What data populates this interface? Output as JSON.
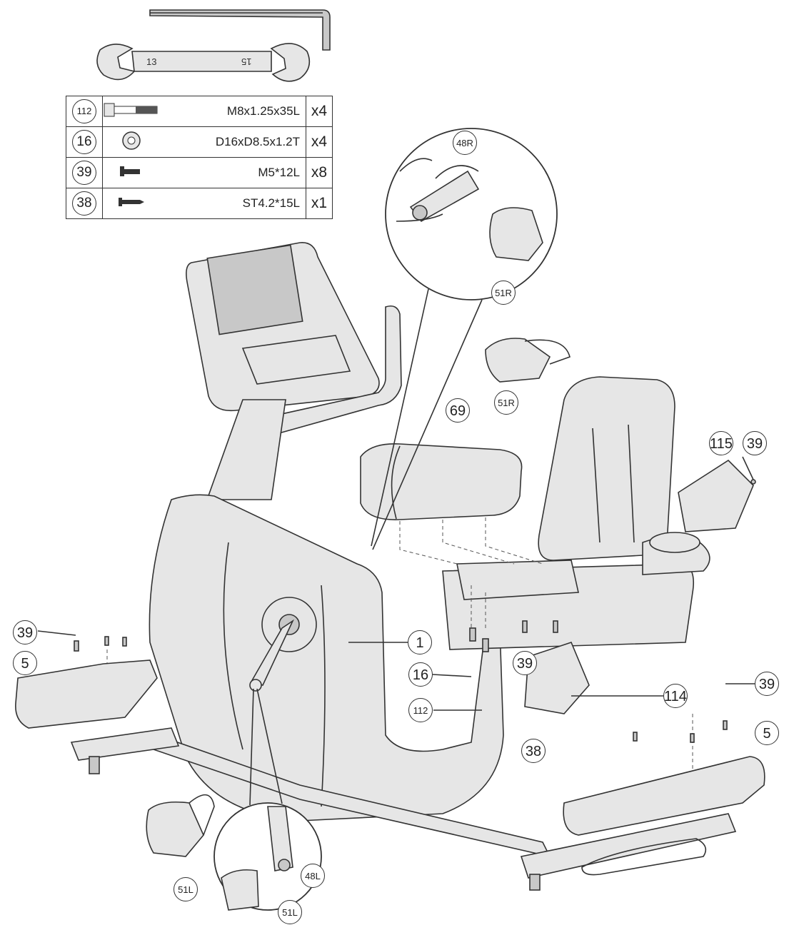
{
  "tools": {
    "wrench_left": "13",
    "wrench_right": "15"
  },
  "parts_list": [
    {
      "number": "112",
      "spec": "M8x1.25x35L",
      "qty": "x4",
      "icon": "hex-bolt-icon"
    },
    {
      "number": "16",
      "spec": "D16xD8.5x1.2T",
      "qty": "x4",
      "icon": "washer-icon"
    },
    {
      "number": "39",
      "spec": "M5*12L",
      "qty": "x8",
      "icon": "screw-icon"
    },
    {
      "number": "38",
      "spec": "ST4.2*15L",
      "qty": "x1",
      "icon": "tapping-screw-icon"
    }
  ],
  "callouts": {
    "c48R": "48R",
    "c51R_detail": "51R",
    "c51R": "51R",
    "c69": "69",
    "c115": "115",
    "c39_seat": "39",
    "c39_left": "39",
    "c5_left": "5",
    "c1": "1",
    "c16": "16",
    "c39_mid": "39",
    "c114": "114",
    "c112": "112",
    "c38": "38",
    "c39_right": "39",
    "c5_right": "5",
    "c51L": "51L",
    "c48L": "48L",
    "c51L_detail": "51L"
  },
  "colors": {
    "line": "#333333",
    "fill": "#e6e6e6",
    "fill_dark": "#c8c8c8"
  }
}
